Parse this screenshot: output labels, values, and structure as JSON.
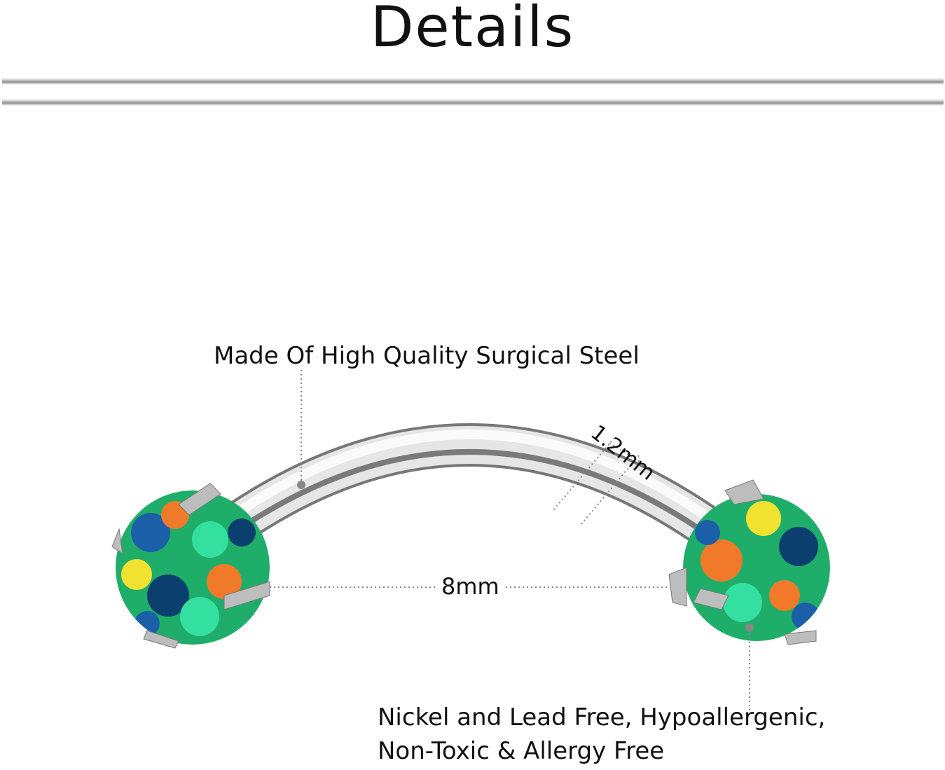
{
  "title": "Details",
  "labels": {
    "material": "Made Of High Quality Surgical Steel",
    "gauge": "1.2mm",
    "length": "8mm",
    "safety_line1": "Nickel and Lead Free, Hypoallergenic,",
    "safety_line2": "Non-Toxic & Allergy Free"
  },
  "colors": {
    "opal_base": "#1fae6a",
    "opal_accents": [
      "#f07a2a",
      "#f2e230",
      "#1a5fa8",
      "#34e0a0",
      "#0b3f6e"
    ],
    "steel": "#c8c8c8"
  }
}
